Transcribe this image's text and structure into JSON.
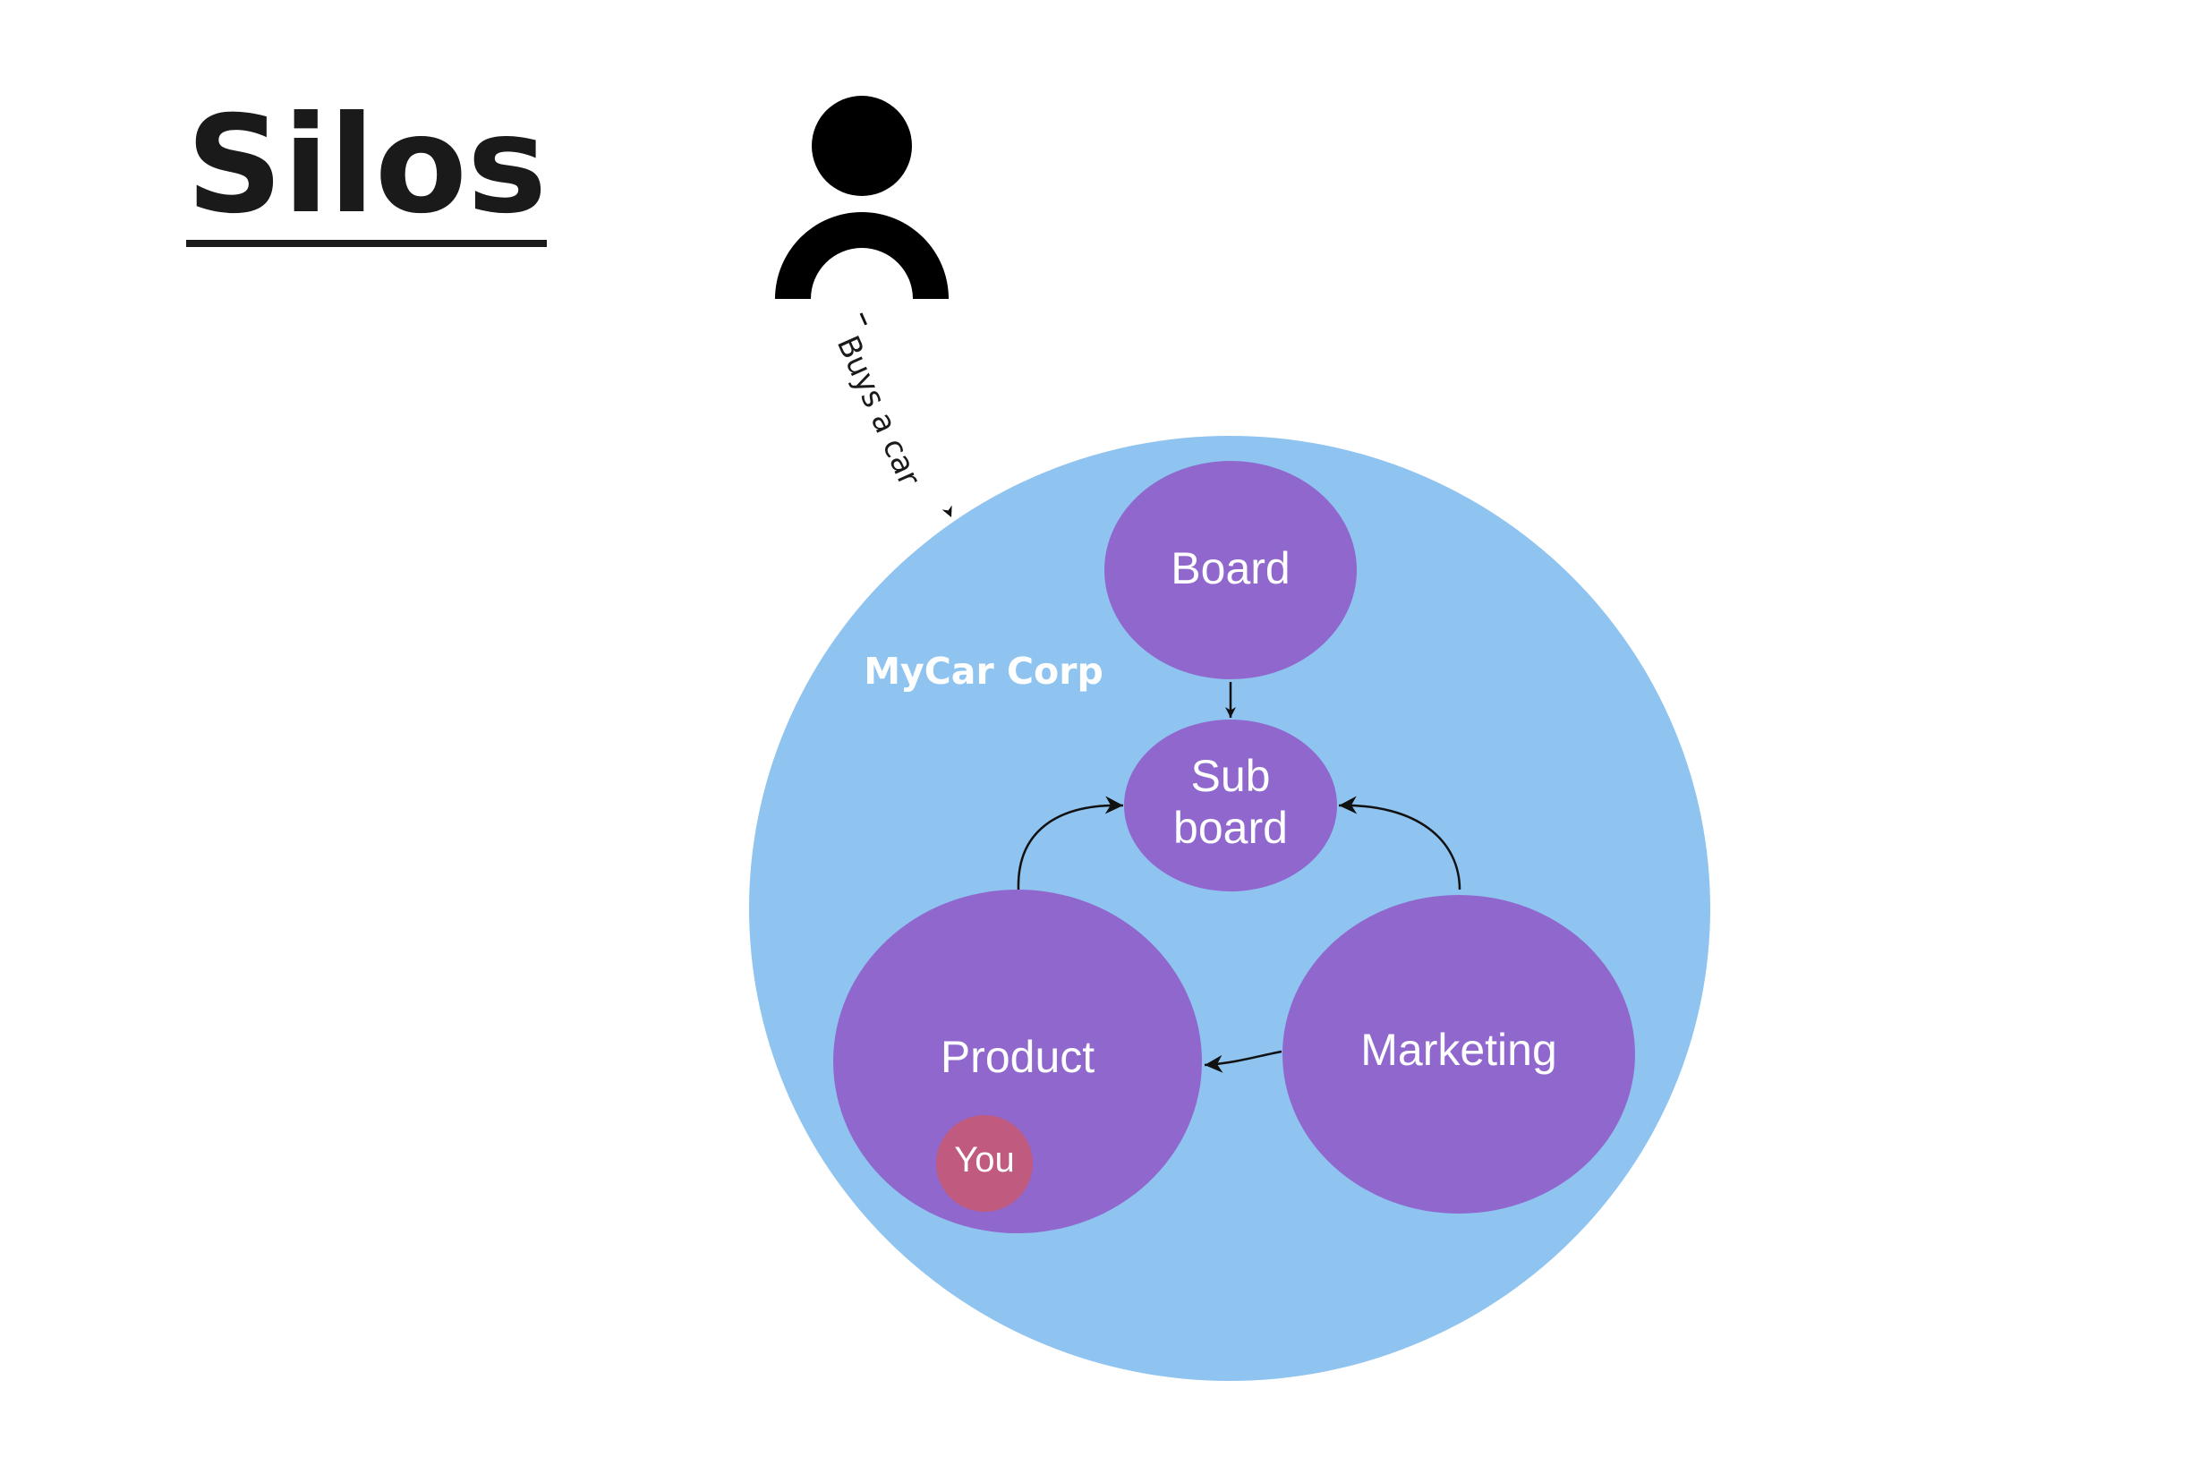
{
  "title": "Silos",
  "customer": {
    "edge_label": "Buys a car"
  },
  "corp": {
    "label": "MyCar Corp"
  },
  "nodes": {
    "board": "Board",
    "sub_board_line1": "Sub",
    "sub_board_line2": "board",
    "product": "Product",
    "marketing": "Marketing",
    "you": "You"
  },
  "colors": {
    "corp_fill": "#8fc3f0",
    "node_fill": "#9068cd",
    "you_fill": "#c05a7e",
    "text": "#1a1a1a"
  }
}
